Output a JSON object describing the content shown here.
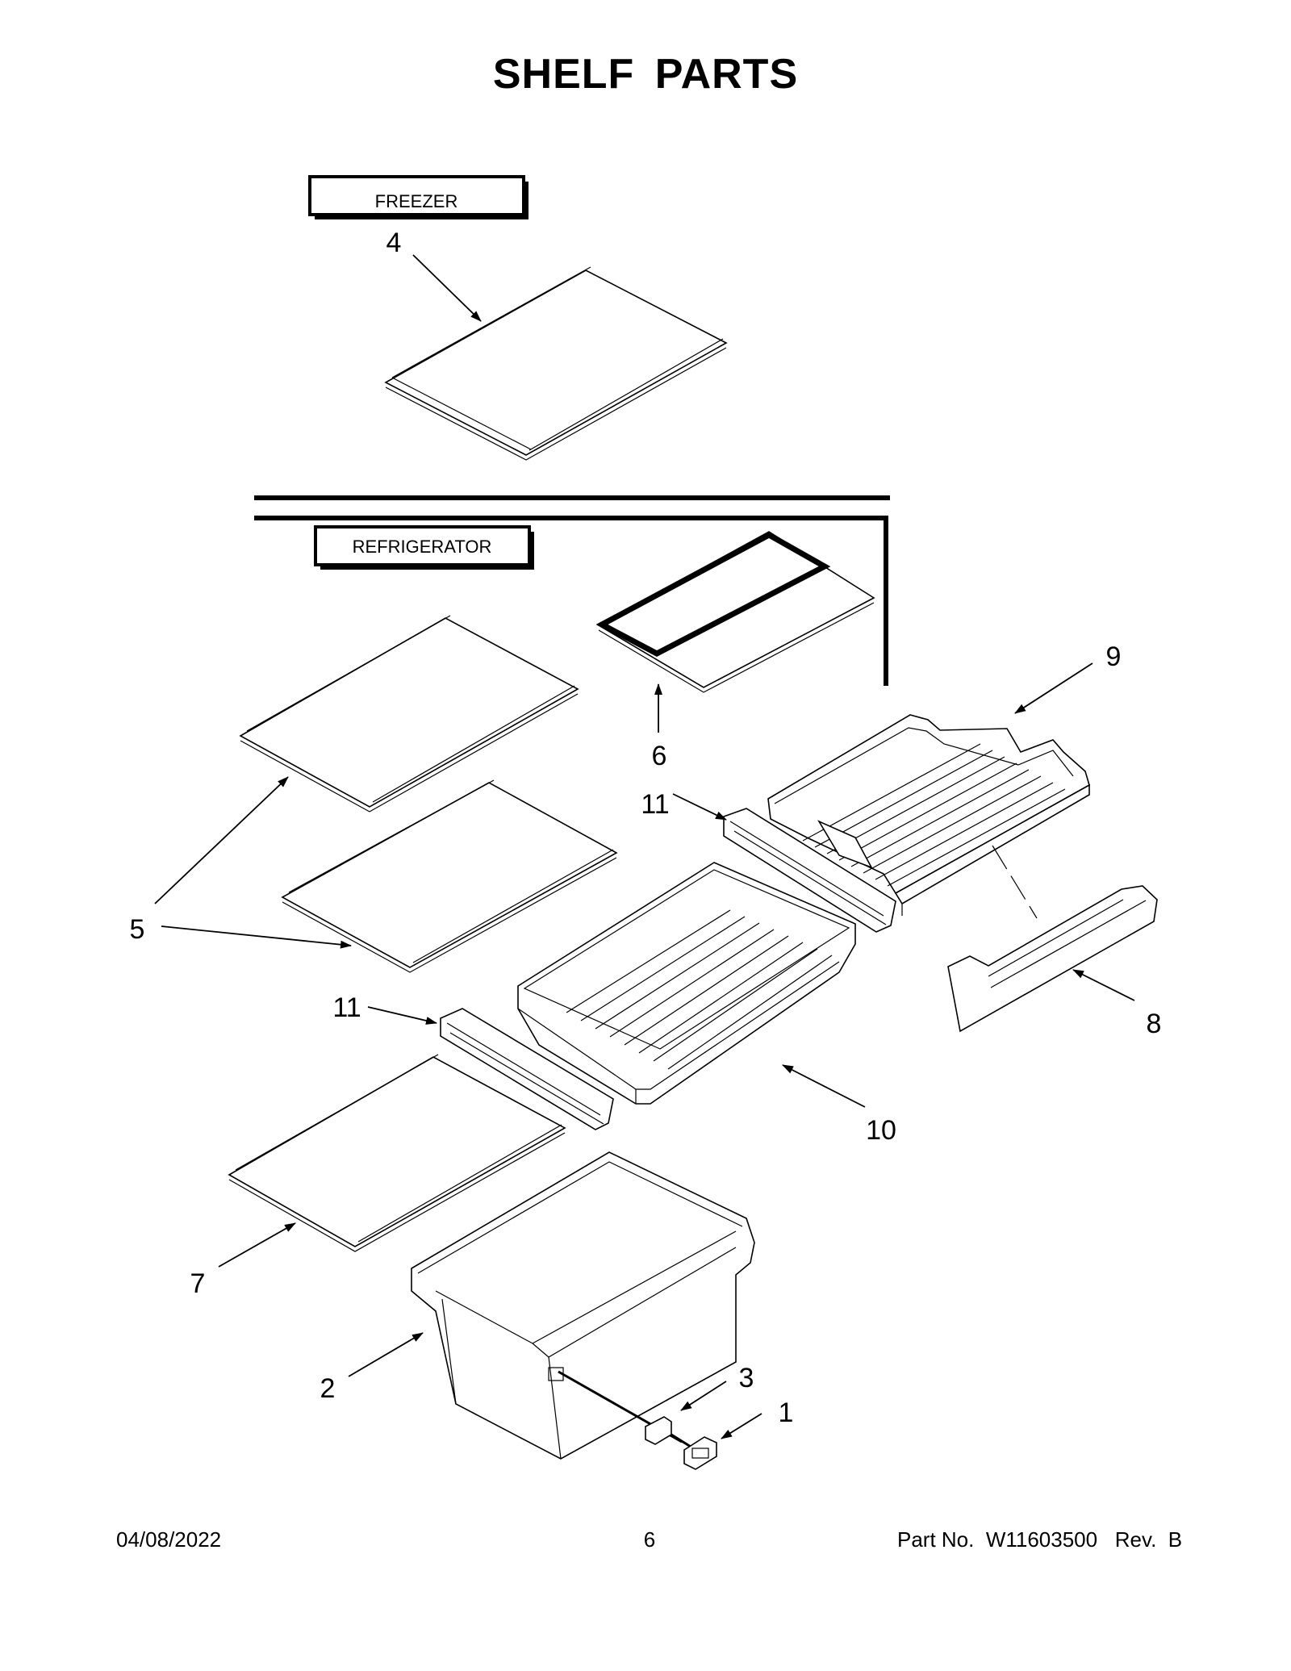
{
  "page": {
    "title": "SHELF PARTS",
    "footer": {
      "date": "04/08/2022",
      "page_number": "6",
      "part_number": "Part No.  W11603500   Rev.  B"
    }
  },
  "sections": {
    "freezer": "FREEZER",
    "refrigerator": "REFRIGERATOR"
  },
  "callouts": {
    "c4": "4",
    "c6": "6",
    "c9": "9",
    "c11a": "11",
    "c5": "5",
    "c11b": "11",
    "c8": "8",
    "c10": "10",
    "c7": "7",
    "c3": "3",
    "c1": "1",
    "c2": "2"
  }
}
